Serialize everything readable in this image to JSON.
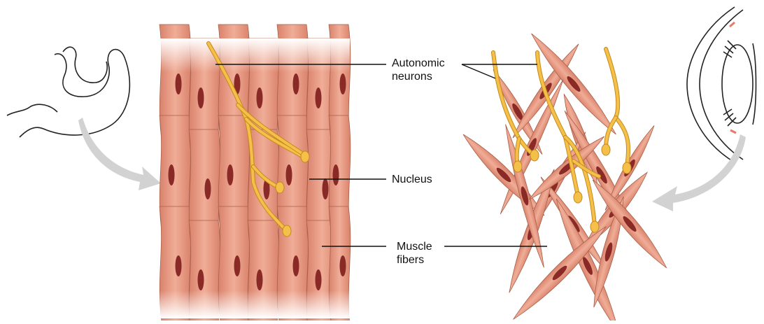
{
  "labels": {
    "autonomic_line1": "Autonomic",
    "autonomic_line2": "neurons",
    "nucleus": "Nucleus",
    "muscle_line1": "Muscle",
    "muscle_line2": "fibers"
  },
  "colors": {
    "fiber_fill": "#e8a08a",
    "fiber_stroke": "#a8604a",
    "nucleus": "#8a2a26",
    "neuron_fill": "#f5c04a",
    "neuron_stroke": "#c58a1a",
    "arrow": "#d2d2d2",
    "outline": "#222222"
  }
}
